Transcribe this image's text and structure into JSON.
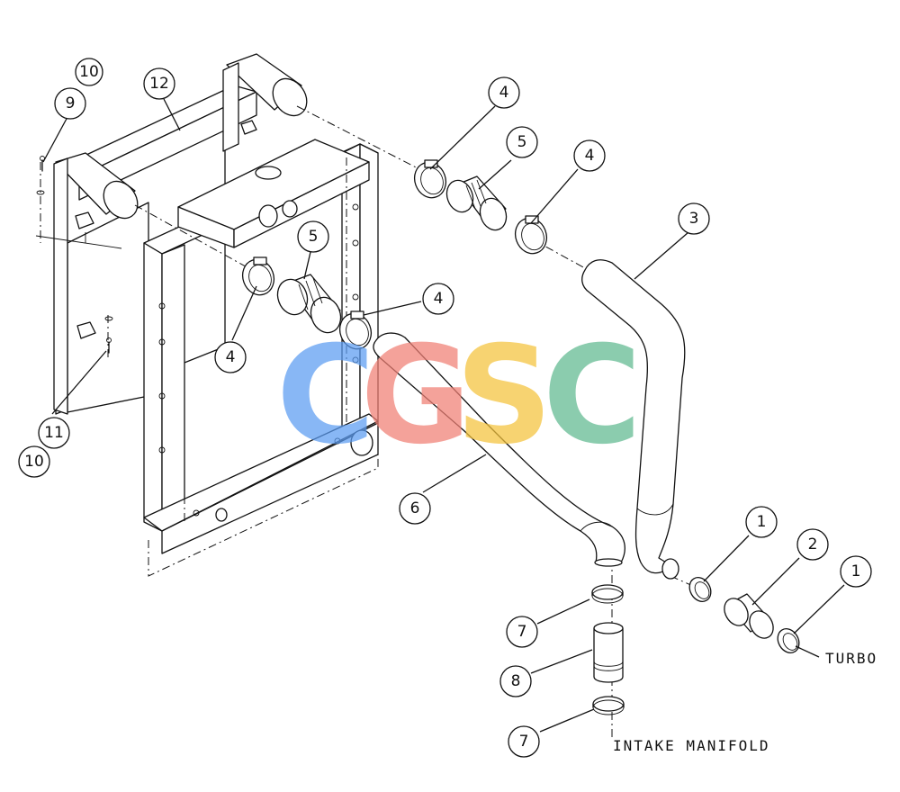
{
  "callouts": {
    "c1a": "1",
    "c1b": "1",
    "c2": "2",
    "c3": "3",
    "c4a": "4",
    "c4b": "4",
    "c4c": "4",
    "c4d": "4",
    "c5a": "5",
    "c5b": "5",
    "c6": "6",
    "c7a": "7",
    "c7b": "7",
    "c8": "8",
    "c9": "9",
    "c10a": "10",
    "c10b": "10",
    "c11": "11",
    "c12": "12"
  },
  "labels": {
    "turbo": "TURBO",
    "intake": "INTAKE MANIFOLD"
  },
  "watermark": {
    "letters": [
      "C",
      "G",
      "S",
      "C"
    ],
    "colors": [
      "#5b9cf2",
      "#f07f74",
      "#f5c33b",
      "#5fb98f"
    ]
  }
}
